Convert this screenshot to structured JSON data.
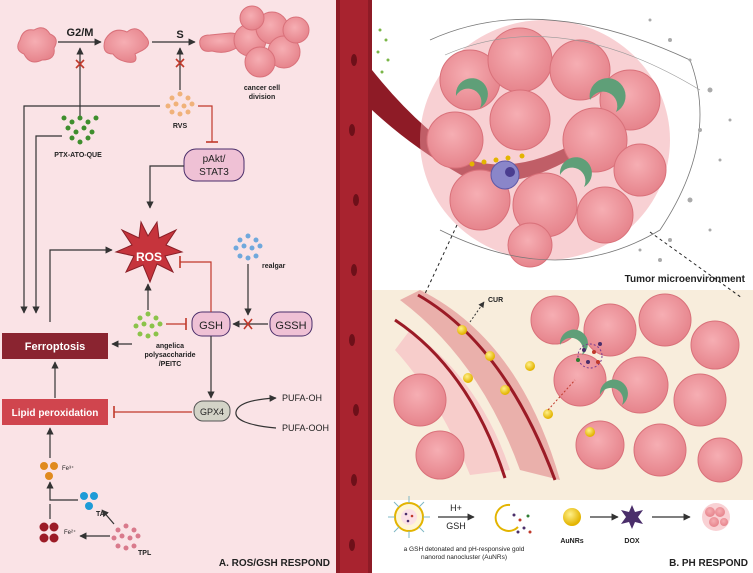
{
  "left_panel": {
    "caption": "A. ROS/GSH RESPOND",
    "cell_cycle": {
      "g2m": "G2/M",
      "s": "S",
      "division": [
        "cancer cell",
        "division"
      ]
    },
    "agents": {
      "ptx": "PTX-ATO-QUE",
      "rvs": "RVS",
      "realgar": "realgar",
      "angelica": [
        "angelica",
        "polysaccharide",
        "/PEITC"
      ],
      "ta": "TA",
      "tpl": "TPL"
    },
    "nodes": {
      "pakt": [
        "pAkt/",
        "STAT3"
      ],
      "ros": "ROS",
      "gsh": "GSH",
      "gssh": "GSSH",
      "gpx4": "GPX4",
      "pufa_oh": "PUFA-OH",
      "pufa_ooh": "PUFA-OOH",
      "ferroptosis": "Ferroptosis",
      "lipid": "Lipid peroxidation",
      "fe3_top": "Fe³⁺",
      "fe2": "Fe²⁺"
    }
  },
  "right_panel": {
    "caption": "B. PH RESPOND",
    "tme": "Tumor microenvironment",
    "cur": "CUR",
    "h_plus": "H+",
    "gsh": "GSH",
    "nano_caption": [
      "a GSH detonated and pH-responsive gold",
      "nanorod nanocluster (AuNRs)"
    ],
    "aunrs": "AuNRs",
    "dox": "DOX"
  },
  "colors": {
    "left_bg": "#fae3e6",
    "vessel": "#8e1b26",
    "tme_bg": "#f8eddc",
    "ros": "#c6343c",
    "box": "#8a2430",
    "lipid_box": "#d0454e",
    "gsh_box": "#efc1d5"
  }
}
